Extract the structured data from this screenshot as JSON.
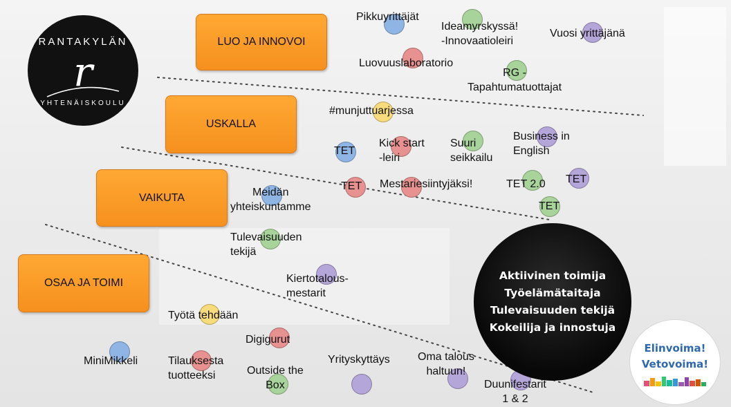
{
  "logo": {
    "top_text": "RANTAKYLÄN",
    "monogram": "r",
    "bottom_text": "YHTENÄISKOULU"
  },
  "categories": [
    {
      "label": "LUO JA INNOVOI"
    },
    {
      "label": "USKALLA"
    },
    {
      "label": "VAIKUTA"
    },
    {
      "label": "OSAA JA TOIMI"
    }
  ],
  "activities": [
    {
      "label": "Pikkuyrittäjät",
      "color": "blue"
    },
    {
      "label": "Ideamyrskyssä!\n-Innovaatioleiri",
      "color": "green"
    },
    {
      "label": "Vuosi yrittäjänä",
      "color": "purple"
    },
    {
      "label": "Luovuuslaboratorio",
      "color": "red"
    },
    {
      "label": "RG -\nTapahtumatuottajat",
      "color": "green"
    },
    {
      "label": "#munjuttuarjessa",
      "color": "yellow"
    },
    {
      "label": "TET",
      "color": "blue"
    },
    {
      "label": "Kick start\n-leiri",
      "color": "red"
    },
    {
      "label": "Suuri\nseikkailu",
      "color": "green"
    },
    {
      "label": "Business in\nEnglish",
      "color": "purple"
    },
    {
      "label": "TET",
      "color": "red"
    },
    {
      "label": "Mestariesiintyjäksi!",
      "color": "red"
    },
    {
      "label": "TET 2.0",
      "color": "green"
    },
    {
      "label": "TET",
      "color": "purple"
    },
    {
      "label": "TET",
      "color": "green"
    },
    {
      "label": "Meidän\nyhteiskuntamme",
      "color": "blue"
    },
    {
      "label": "Tulevaisuuden\ntekijä",
      "color": "green"
    },
    {
      "label": "Kiertotalous-\nmestarit",
      "color": "purple"
    },
    {
      "label": "Työtä tehdään",
      "color": "yellow"
    },
    {
      "label": "Digigurut",
      "color": "red"
    },
    {
      "label": "MiniMikkeli",
      "color": "blue"
    },
    {
      "label": "Tilauksesta\ntuotteeksi",
      "color": "red"
    },
    {
      "label": "Outside the\nBox",
      "color": "green"
    },
    {
      "label": "Yrityskyttäys",
      "color": "purple"
    },
    {
      "label": "Oma talous\nhaltuun!",
      "color": "purple"
    },
    {
      "label": "Duunifestarit\n1 & 2",
      "color": "purple"
    }
  ],
  "goals": {
    "line1": "Aktiivinen toimija",
    "line2": "Työelämätaitaja",
    "line3": "Tulevaisuuden tekijä",
    "line4": "Kokeilija ja innostuja"
  },
  "badge": {
    "line1": "Elinvoima!",
    "line2": "Vetovoima!"
  },
  "colors": {
    "category_box": "#f7941d",
    "dot_blue": "#8fb5e4",
    "dot_green": "#a8d39a",
    "dot_red": "#e79190",
    "dot_yellow": "#f8dc7b",
    "dot_purple": "#b4a6d8",
    "goal_circle": "#111111",
    "badge_text": "#2e69b0"
  }
}
